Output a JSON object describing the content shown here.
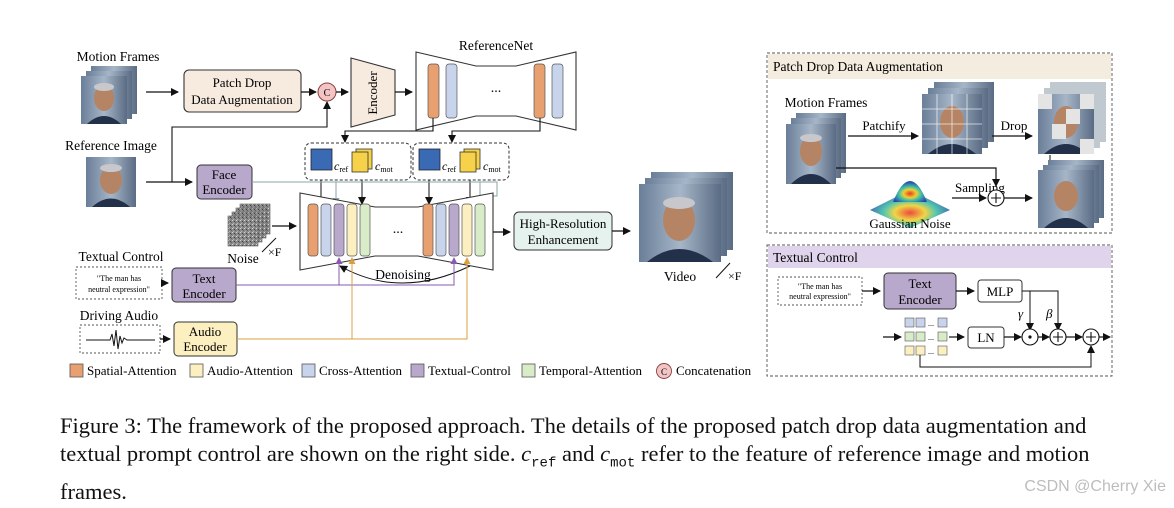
{
  "diagram": {
    "main": {
      "motion_frames": "Motion Frames",
      "patch_drop_line1": "Patch Drop",
      "patch_drop_line2": "Data Augmentation",
      "concat_symbol": "C",
      "encoder": "Encoder",
      "referencenet": "ReferenceNet",
      "ellipsis": "...",
      "reference_image": "Reference Image",
      "face_encoder_line1": "Face",
      "face_encoder_line2": "Encoder",
      "c_ref": "c",
      "c_ref_sub": "ref",
      "c_mot": "c",
      "c_mot_sub": "mot",
      "noise": "Noise",
      "times_f": "×F",
      "denoising": "Denoising",
      "high_res_line1": "High-Resolution",
      "high_res_line2": "Enhancement",
      "video": "Video",
      "textual_control": "Textual Control",
      "prompt_line1": "\"The man has",
      "prompt_line2": "neutral expression\"",
      "text_encoder_line1": "Text",
      "text_encoder_line2": "Encoder",
      "driving_audio": "Driving Audio",
      "audio_encoder_line1": "Audio",
      "audio_encoder_line2": "Encoder"
    },
    "legend": [
      {
        "label": "Spatial-Attention",
        "color": "#e8a070"
      },
      {
        "label": "Audio-Attention",
        "color": "#fcefc0"
      },
      {
        "label": "Cross-Attention",
        "color": "#c8d4ec"
      },
      {
        "label": "Textual-Control",
        "color": "#b8a8cc"
      },
      {
        "label": "Temporal-Attention",
        "color": "#d8ecc8"
      }
    ],
    "legend_concat": "Concatenation",
    "patch_panel": {
      "title": "Patch Drop Data Augmentation",
      "motion_frames": "Motion Frames",
      "patchify": "Patchify",
      "drop": "Drop",
      "sampling": "Sampling",
      "gaussian_noise": "Gaussian Noise"
    },
    "text_panel": {
      "title": "Textual Control",
      "prompt_line1": "\"The man has",
      "prompt_line2": "neutral expression\"",
      "text_encoder_line1": "Text",
      "text_encoder_line2": "Encoder",
      "mlp": "MLP",
      "ln": "LN",
      "gamma": "γ",
      "beta": "β"
    },
    "colors": {
      "encoder_box": "#f7ebe0",
      "encoder_purple": "#b8a8cc",
      "audio_box": "#fcefc0",
      "hr_box": "#e6f2ee",
      "blue_feature": "#3a6ab4",
      "yellow_feature": "#f6d24a",
      "concat_fill": "#f2c4c4",
      "panel_title_beige": "#f4ecde",
      "panel_title_purple": "#e0d4ec",
      "face": "#b48464"
    }
  },
  "caption": {
    "prefix": "Figure 3:  The framework of the proposed approach.  The details of the proposed patch drop data augmentation and textual prompt control are shown on the right side.  ",
    "c_letter_1": "c",
    "c_sub_1": "ref",
    "middle": " and ",
    "c_letter_2": "c",
    "c_sub_2": "mot",
    "suffix": " refer to the feature of reference image and motion frames."
  },
  "watermark": "CSDN @Cherry Xie"
}
